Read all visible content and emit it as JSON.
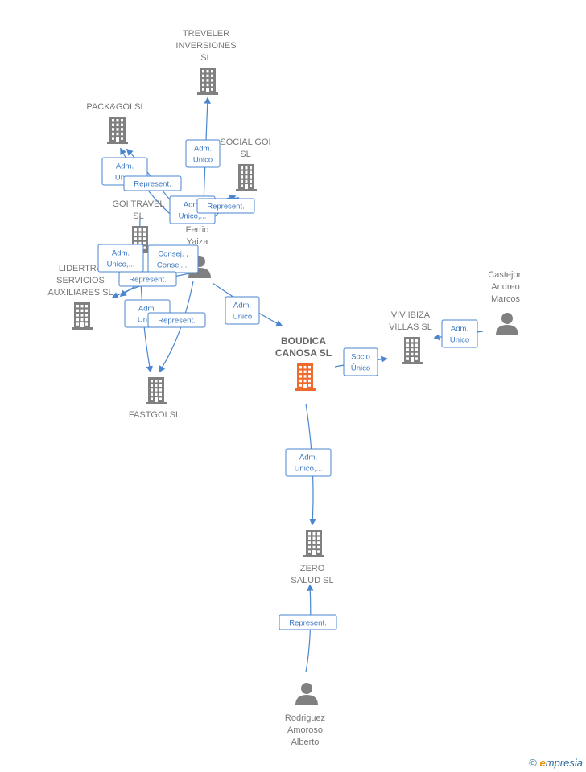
{
  "colors": {
    "company": "#808080",
    "main_company": "#f06a2e",
    "person": "#808080",
    "edge": "#4a86d0",
    "edge_label_border": "#4a86d0",
    "edge_label_text": "#3a78c2"
  },
  "nodes": [
    {
      "id": "treveler",
      "type": "company",
      "icon": "building-icon",
      "lines": [
        "TREVELER",
        "INVERSIONES",
        "SL"
      ]
    },
    {
      "id": "packgoi",
      "type": "company",
      "icon": "building-icon",
      "lines": [
        "PACK&GOI  SL"
      ]
    },
    {
      "id": "socialgoi",
      "type": "company",
      "icon": "building-icon",
      "lines": [
        "SOCIAL GOI",
        "SL"
      ]
    },
    {
      "id": "goitravel",
      "type": "company",
      "icon": "building-icon",
      "lines": [
        "GOI TRAVEL",
        "SL"
      ]
    },
    {
      "id": "ferrio",
      "type": "person",
      "icon": "person-icon",
      "lines": [
        "Ferrio",
        "Yaiza"
      ]
    },
    {
      "id": "lidertra",
      "type": "company",
      "icon": "building-icon",
      "lines": [
        "LIDERTRA",
        "SERVICIOS",
        "AUXILIARES SL"
      ]
    },
    {
      "id": "fastgoi",
      "type": "company",
      "icon": "building-icon",
      "lines": [
        "FASTGOI  SL"
      ]
    },
    {
      "id": "boudica",
      "type": "main",
      "icon": "building-icon",
      "lines": [
        "BOUDICA",
        "CANOSA  SL"
      ]
    },
    {
      "id": "vivibiza",
      "type": "company",
      "icon": "building-icon",
      "lines": [
        "VIV IBIZA",
        "VILLAS  SL"
      ]
    },
    {
      "id": "castejon",
      "type": "person",
      "icon": "person-icon",
      "lines": [
        "Castejon",
        "Andreo",
        "Marcos"
      ]
    },
    {
      "id": "zerosalud",
      "type": "company",
      "icon": "building-icon",
      "lines": [
        "ZERO",
        "SALUD  SL"
      ]
    },
    {
      "id": "rodriguez",
      "type": "person",
      "icon": "person-icon",
      "lines": [
        "Rodriguez",
        "Amoroso",
        "Alberto"
      ]
    }
  ],
  "edges": [
    {
      "from": "ferrio",
      "to": "treveler",
      "lines": [
        "Adm.",
        "Unico"
      ]
    },
    {
      "from": "ferrio",
      "to": "packgoi",
      "lines": [
        "Adm.",
        "Unico"
      ]
    },
    {
      "from": "ferrio",
      "to": "packgoi",
      "lines": [
        "Represent."
      ]
    },
    {
      "from": "ferrio",
      "to": "socialgoi",
      "lines": [
        "Adm.",
        "Unico,..."
      ]
    },
    {
      "from": "ferrio",
      "to": "socialgoi",
      "lines": [
        "Represent."
      ]
    },
    {
      "from": "ferrio",
      "to": "lidertra",
      "lines": [
        "Adm.",
        "Unico,..."
      ]
    },
    {
      "from": "ferrio",
      "to": "lidertra",
      "lines": [
        "Consej. ,",
        "Consej...."
      ]
    },
    {
      "from": "ferrio",
      "to": "lidertra",
      "lines": [
        "Represent."
      ]
    },
    {
      "from": "ferrio",
      "to": "fastgoi",
      "lines": [
        "Adm.",
        "Unico"
      ]
    },
    {
      "from": "ferrio",
      "to": "fastgoi",
      "lines": [
        "Represent."
      ]
    },
    {
      "from": "ferrio",
      "to": "boudica",
      "lines": [
        "Adm.",
        "Unico"
      ]
    },
    {
      "from": "boudica",
      "to": "vivibiza",
      "lines": [
        "Socio",
        "Único"
      ]
    },
    {
      "from": "castejon",
      "to": "vivibiza",
      "lines": [
        "Adm.",
        "Unico"
      ]
    },
    {
      "from": "boudica",
      "to": "zerosalud",
      "lines": [
        "Adm.",
        "Unico,..."
      ]
    },
    {
      "from": "rodriguez",
      "to": "zerosalud",
      "lines": [
        "Represent."
      ]
    }
  ],
  "brand": {
    "symbol": "©",
    "initial": "e",
    "rest": "mpresia"
  }
}
